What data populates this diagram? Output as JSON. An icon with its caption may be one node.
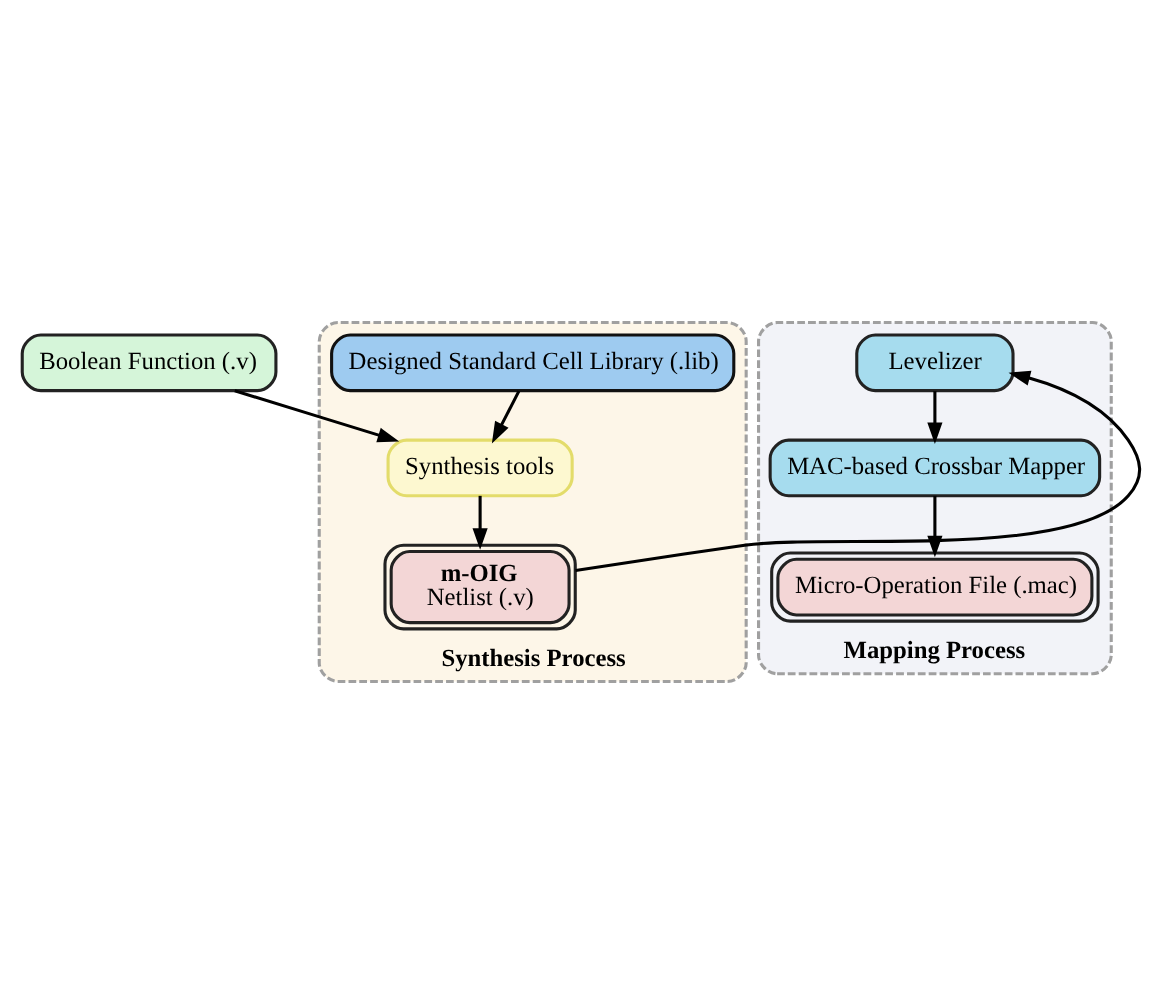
{
  "diagram": {
    "nodes": [
      {
        "text": [
          "Boolean Function (.v)"
        ]
      },
      {
        "text": [
          "Synthesis Process"
        ]
      },
      {
        "text": [
          "Designed Standard Cell Library (.lib)"
        ],
        "in": 1
      },
      {
        "text": [
          "Synthesis tools"
        ],
        "in": 1
      },
      {
        "text": [
          "m-OIG",
          "Netlist (.v)"
        ],
        "in": 1
      },
      {
        "text": [
          "Mapping Process"
        ]
      },
      {
        "text": [
          "Levelizer"
        ],
        "in": 5
      },
      {
        "text": [
          "MAC-based Crossbar Mapper"
        ],
        "in": 5
      },
      {
        "text": [
          "Micro-Operation File (.mac)"
        ],
        "in": 5
      }
    ],
    "edges": [
      {
        "from": 0,
        "to": 3,
        "arrow": "to"
      },
      {
        "from": 2,
        "to": 3,
        "arrow": "to"
      },
      {
        "from": 3,
        "to": 4,
        "arrow": "to"
      },
      {
        "from": 4,
        "to": 6,
        "arrow": "to"
      },
      {
        "from": 6,
        "to": 7,
        "arrow": "to"
      },
      {
        "from": 7,
        "to": 8,
        "arrow": "to"
      }
    ]
  }
}
